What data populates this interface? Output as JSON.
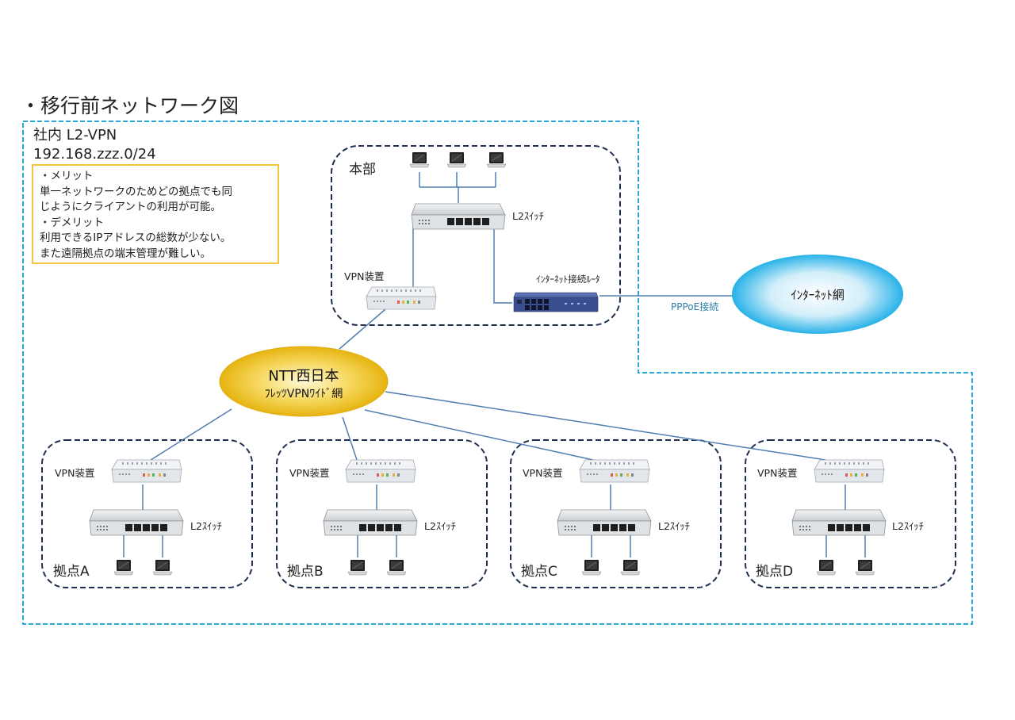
{
  "title": "・移行前ネットワーク図",
  "vpn": {
    "name": "社内 L2-VPN",
    "subnet": "192.168.zzz.0/24"
  },
  "notes": [
    "・メリット",
    "単一ネットワークのためどの拠点でも同",
    "じようにクライアントの利用が可能。",
    "・デメリット",
    "利用できるIPアドレスの総数が少ない。",
    "また遠隔拠点の端末管理が難しい。"
  ],
  "hq": {
    "label": "本部",
    "switch_label": "L2ｽｲｯﾁ",
    "vpn_label": "VPN装置",
    "router_label": "ｲﾝﾀｰﾈｯﾄ接続ﾙｰﾀ"
  },
  "internet": {
    "label": "ｲﾝﾀｰﾈｯﾄ網",
    "link_label": "PPPoE接続"
  },
  "ntt": {
    "line1": "NTT西日本",
    "line2": "ﾌﾚｯﾂVPNﾜｲﾄﾞ網"
  },
  "branches": [
    {
      "label": "拠点A",
      "vpn_label": "VPN装置",
      "switch_label": "L2ｽｲｯﾁ"
    },
    {
      "label": "拠点B",
      "vpn_label": "VPN装置",
      "switch_label": "L2ｽｲｯﾁ"
    },
    {
      "label": "拠点C",
      "vpn_label": "VPN装置",
      "switch_label": "L2ｽｲｯﾁ"
    },
    {
      "label": "拠点D",
      "vpn_label": "VPN装置",
      "switch_label": "L2ｽｲｯﾁ"
    }
  ],
  "colors": {
    "vpn_border": "#2aa6d6",
    "site_border": "#1f2f4f",
    "note_border": "#f2c640",
    "link": "#4f7db0",
    "ntt_cloud": "#f0c419",
    "internet_cloud": "#29b6ea",
    "router": "#3b4f8f"
  }
}
